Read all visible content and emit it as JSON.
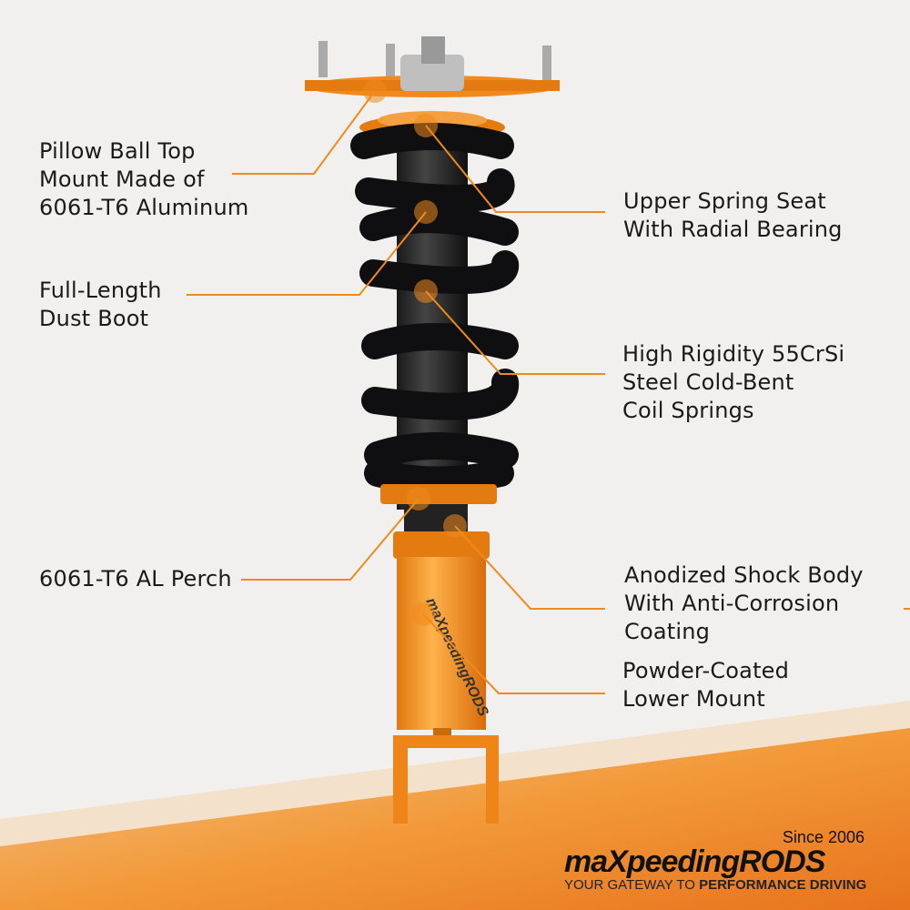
{
  "colors": {
    "accent": "#f08a1c",
    "spring": "#111114",
    "background": "#f1f0ef"
  },
  "callouts": [
    {
      "text": "Pillow Ball Top\nMount Made of\n6061-T6 Aluminum"
    },
    {
      "text": "Upper Spring Seat\nWith Radial Bearing"
    },
    {
      "text": "Full-Length\nDust Boot"
    },
    {
      "text": "High Rigidity 55CrSi\nSteel Cold-Bent\nCoil Springs"
    },
    {
      "text": "6061-T6 AL Perch"
    },
    {
      "text": "Anodized Shock Body\nWith Anti-Corrosion\nCoating"
    },
    {
      "text": "Powder-Coated\nLower Mount"
    }
  ],
  "logo": {
    "since": "Since 2006",
    "brand": "maXpeedingRODS",
    "tagline_light": "YOUR GATEWAY TO ",
    "tagline_bold": "PERFORMANCE DRIVING"
  },
  "shock_body_print": "maXpeedingRODS"
}
